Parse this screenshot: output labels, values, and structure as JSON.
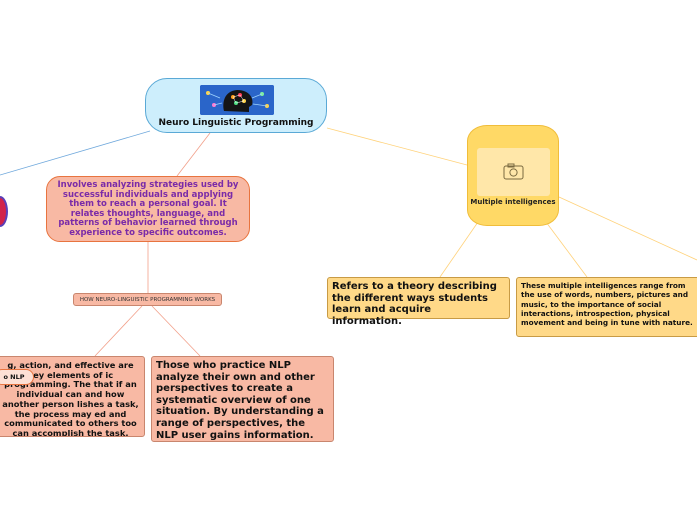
{
  "root": {
    "title": "Neuro Linguistic Programming",
    "image_icon": "brain-network-illustration"
  },
  "multiple_intelligences": {
    "label": "Multiple intelligences",
    "icon": "camera-icon",
    "refers_text": "Refers to a theory describing the different ways students learn and acquire information.",
    "range_text": "These multiple intelligences range from the use of words, numbers, pictures and music, to the importance of social interactions, introspection, physical movement and being in tune with nature."
  },
  "analyze": {
    "text": "Involves analyzing strategies used by successful individuals and applying them to reach a personal goal. It relates thoughts, language, and patterns of behavior learned through experience to specific outcomes."
  },
  "how_works": {
    "label": "HOW NEURO-LINGUISTIC PROGRAMMING WORKS"
  },
  "left_node": {
    "text": "g, action, and effective are key elements of ic programming. The that if an individual can and how another person lishes a task, the process may ed and communicated to others too can accomplish the task.",
    "pill": "o NLP"
  },
  "right_node": {
    "text": "Those who practice NLP analyze their own and other perspectives to create a systematic overview of one situation. By understanding a range of perspectives, the NLP user gains information."
  },
  "colors": {
    "root_fill": "#cdeefc",
    "mi_fill": "#ffd966",
    "salmon_fill": "#f8b9a4",
    "yellow_fill": "#ffd988",
    "analyze_text": "#7a2ba8"
  }
}
